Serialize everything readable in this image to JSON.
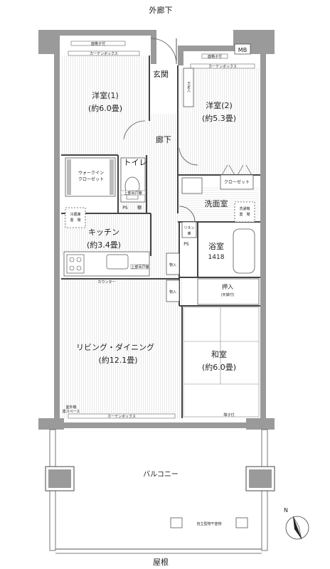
{
  "outer": {
    "top_label": "外廊下",
    "bottom_label": "屋根"
  },
  "rooms": {
    "western1": {
      "name": "洋室(1)",
      "size": "(約6.0畳)"
    },
    "western2": {
      "name": "洋室(2)",
      "size": "(約5.3畳)"
    },
    "entrance": "玄関",
    "hallway": "廊下",
    "toilet": "トイレ",
    "wic_line1": "ウォークイン",
    "wic_line2": "クローゼット",
    "kitchen": {
      "name": "キッチン",
      "size": "(約3.4畳)"
    },
    "washroom": "洗面室",
    "bath": {
      "name": "浴室",
      "size": "1418"
    },
    "oshiire": {
      "name": "押入",
      "sub": "(天袋付)"
    },
    "japanese": {
      "name": "和室",
      "size": "(約6.0畳)"
    },
    "living": {
      "name": "リビング・ダイニング",
      "size": "(約12.1畳)"
    },
    "balcony": "バルコニー"
  },
  "fixtures": {
    "curtain_box": "カーテンボックス",
    "railing": "面格子付",
    "mb": "MB",
    "shoe_box": "下足入",
    "closet": "クローゼット",
    "upper_storage": "上部吊戸棚",
    "ps": "PS",
    "shelf": "棚",
    "fridge_line1": "冷蔵庫",
    "fridge_line2": "置　場",
    "linen_line1": "リネン",
    "linen_line2": "庫",
    "washer_line1": "洗濯機",
    "washer_line2": "置　場",
    "storage": "物入",
    "counter": "カウンター",
    "aircon_line1": "室外機",
    "aircon_line2": "置スペース",
    "ceiling_storage": "上部吊戸棚",
    "kamoi": "障子付",
    "clothes_dryer": "自立型物干金物"
  },
  "compass": {
    "north": "N"
  }
}
